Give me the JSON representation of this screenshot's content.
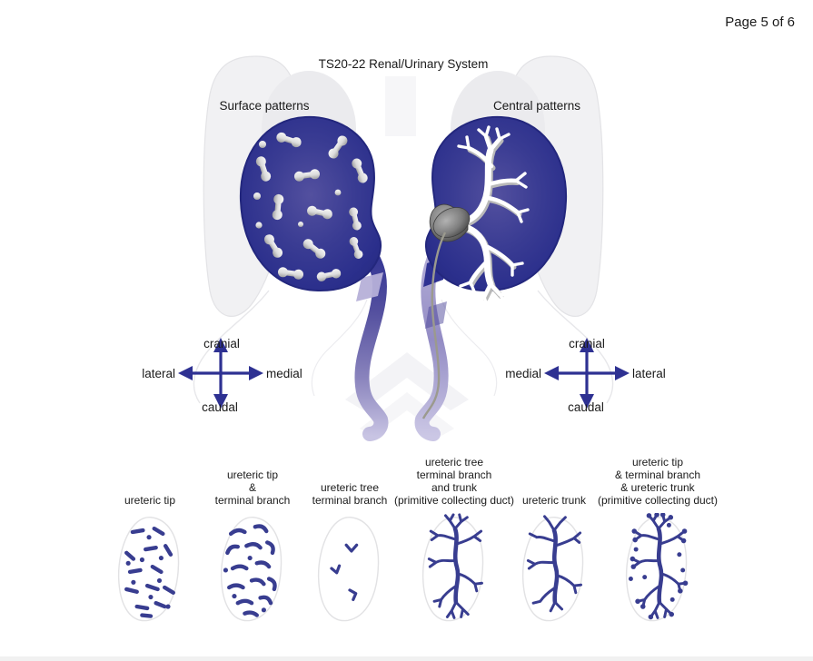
{
  "page_label": "Page 5 of 6",
  "header": {
    "title": "TS20-22 Renal/Urinary System"
  },
  "panels": {
    "left_label": "Surface patterns",
    "right_label": "Central patterns"
  },
  "compass_left": {
    "top": "cranial",
    "bottom": "caudal",
    "left": "lateral",
    "right": "medial"
  },
  "compass_right": {
    "top": "cranial",
    "bottom": "caudal",
    "left": "medial",
    "right": "lateral"
  },
  "stages": [
    {
      "label": "ureteric tip"
    },
    {
      "label": "ureteric tip\n&\nterminal branch"
    },
    {
      "label": "ureteric tree\nterminal branch"
    },
    {
      "label": "ureteric tree\nterminal branch\nand trunk\n(primitive collecting duct)"
    },
    {
      "label": "ureteric trunk"
    },
    {
      "label": "ureteric tip\n& terminal branch\n& ureteric trunk\n(primitive collecting duct)"
    }
  ],
  "colors": {
    "kidney_navy": "#2c3090",
    "kidney_center_purple": "#53509f",
    "pattern_navy": "#383d90",
    "ureter_lavender": "#b7b1d9",
    "duct_gray": "#9b9a8e",
    "tip_silver": "#d9d9d9",
    "arrow_navy": "#2e3192"
  }
}
